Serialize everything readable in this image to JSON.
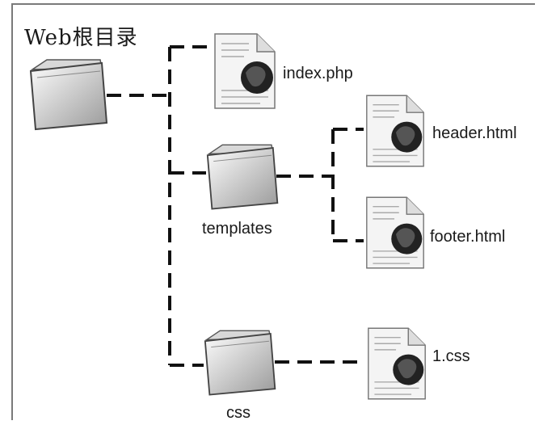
{
  "root": {
    "label": "Web根目录",
    "icon": "folder-icon"
  },
  "nodes": [
    {
      "id": "index-php",
      "label": "index.php",
      "icon": "php-file-icon"
    },
    {
      "id": "templates",
      "label": "templates",
      "icon": "folder-icon"
    },
    {
      "id": "header-html",
      "label": "header.html",
      "icon": "html-file-icon"
    },
    {
      "id": "footer-html",
      "label": "footer.html",
      "icon": "html-file-icon"
    },
    {
      "id": "css",
      "label": "css",
      "icon": "folder-icon"
    },
    {
      "id": "1-css",
      "label": "1.css",
      "icon": "css-file-icon"
    }
  ]
}
